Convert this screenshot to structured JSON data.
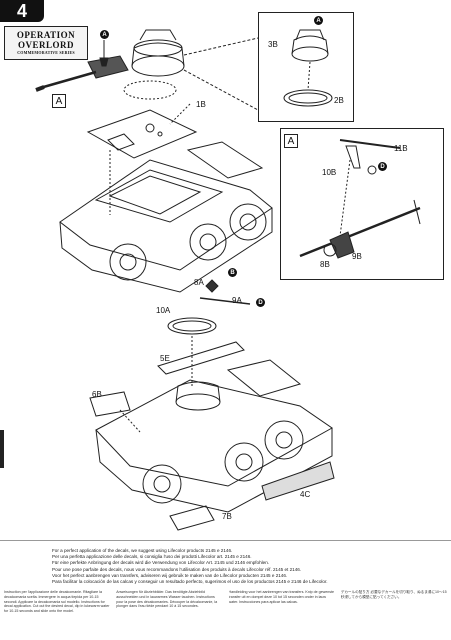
{
  "step": {
    "number": "4"
  },
  "brand": {
    "line1": "OPERATION",
    "line2": "OVERLORD",
    "line3": "COMMEMORATIVE SERIES"
  },
  "parts": {
    "p1": "1B",
    "p2": "2B",
    "p3": "3B",
    "p4": "4C",
    "p5": "5E",
    "p6": "6B",
    "p7": "7B",
    "p8a": "8A",
    "p8b": "8B",
    "p9a": "9A",
    "p9b": "9B",
    "p10a": "10A",
    "p10b": "10B",
    "p11": "11B"
  },
  "markers": {
    "a_top": "A",
    "a_callout": "A",
    "b": "B",
    "d1": "D",
    "d2": "D"
  },
  "labels": {
    "ref_a_left": "A",
    "ref_a_callout": "A"
  },
  "footer": {
    "lines": [
      "For a perfect application of the decals, we suggest using Lifecolor products 2145 e 2146.",
      "Per una perfetta applicazione delle decals, si consiglia l'uso dei prodotti Lifecolor art. 2145 e 2146.",
      "Für eine perfekte Anbringung der decals wird die Verwendung von Lifecolor Art. 2145 und 2146 empfohlen.",
      "Pour une pose parfaite des decals, nous vous recommandons l'utilisation des produits à decals Lifecolor réf. 2145 et 2146.",
      "Voor het perfect aanbrengen van transfers, adviseren wij gebruik te maken van de Lifecolor producten 2145 e 2146.",
      "Para facilitar la colocación de las calcas y conseguir un resultado perfecto, sugerimos el uso de los productos 2145 e 2146 de Lifecolor."
    ],
    "col1": "Instruction per l'applicazione delle decalcomanie. Ritagliare la decalcomania scelta. Immergere in acqua tiepida per 10-15 secondi. Applicare la decalcomania sul modello. Instructions for decal application. Cut out the desired decal, dip in lukewarm water for 10-15 seconds and slide onto the model.",
    "col2": "Anweisungen für Abziehbilder. Das benötigte Abziehbild ausschneiden und in lauwarmes Wasser tauchen. Instructions pour la pose des décalcomanies. Découper la décalcomanie, la plonger dans l'eau tiède pendant 10 à 15 secondes.",
    "col3": "Handleiding voor het aanbrengen van transfers. Knip de gewenste transfer uit en dompel deze 10 tot 15 seconden onder in lauw water. Instrucciones para aplicar las calcas.",
    "col4": "デカールの貼り方 必要なデカールを切り取り、ぬるま湯に10〜15秒浸してから模型に貼ってください。"
  }
}
